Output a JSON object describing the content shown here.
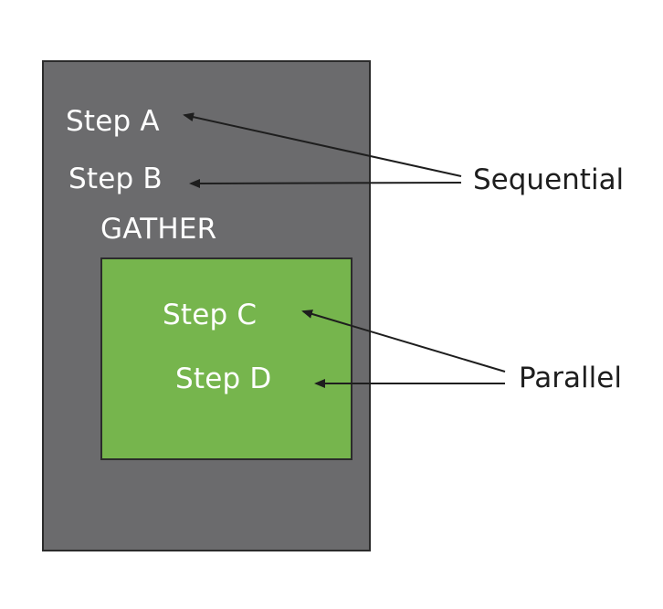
{
  "diagram": {
    "outer_box": {
      "label": "GATHER",
      "steps": [
        "Step A",
        "Step B"
      ]
    },
    "inner_box": {
      "steps": [
        "Step C",
        "Step D"
      ]
    },
    "annotations": {
      "sequential": "Sequential",
      "parallel": "Parallel"
    },
    "colors": {
      "outer_fill": "#6b6b6d",
      "inner_fill": "#76b54d",
      "border": "#2b2b2b",
      "step_text": "#ffffff",
      "annotation_text": "#1e1e1e",
      "arrow": "#1e1e1e"
    }
  }
}
